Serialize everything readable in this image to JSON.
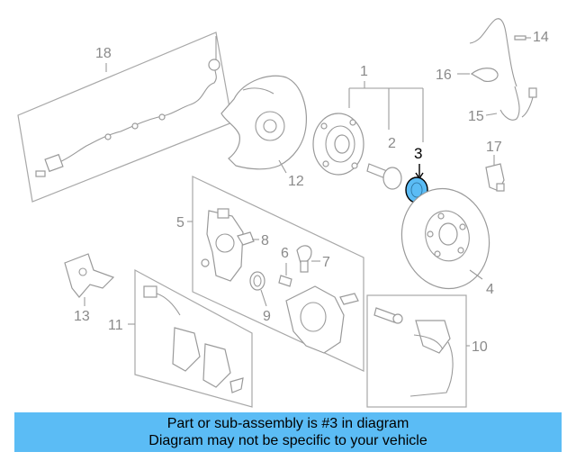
{
  "diagram": {
    "callouts": [
      "1",
      "2",
      "3",
      "4",
      "5",
      "6",
      "7",
      "8",
      "9",
      "10",
      "11",
      "12",
      "13",
      "14",
      "15",
      "16",
      "17",
      "18"
    ],
    "highlighted_part": "3",
    "highlight_color": "#5bbcf5",
    "callout_color": "#8a8a8a",
    "outline_color": "#9a9a9a"
  },
  "banner": {
    "line1": "Part or sub-assembly is #3 in diagram",
    "line2": "Diagram may not be specific to your vehicle",
    "background": "#5bbcf5"
  }
}
